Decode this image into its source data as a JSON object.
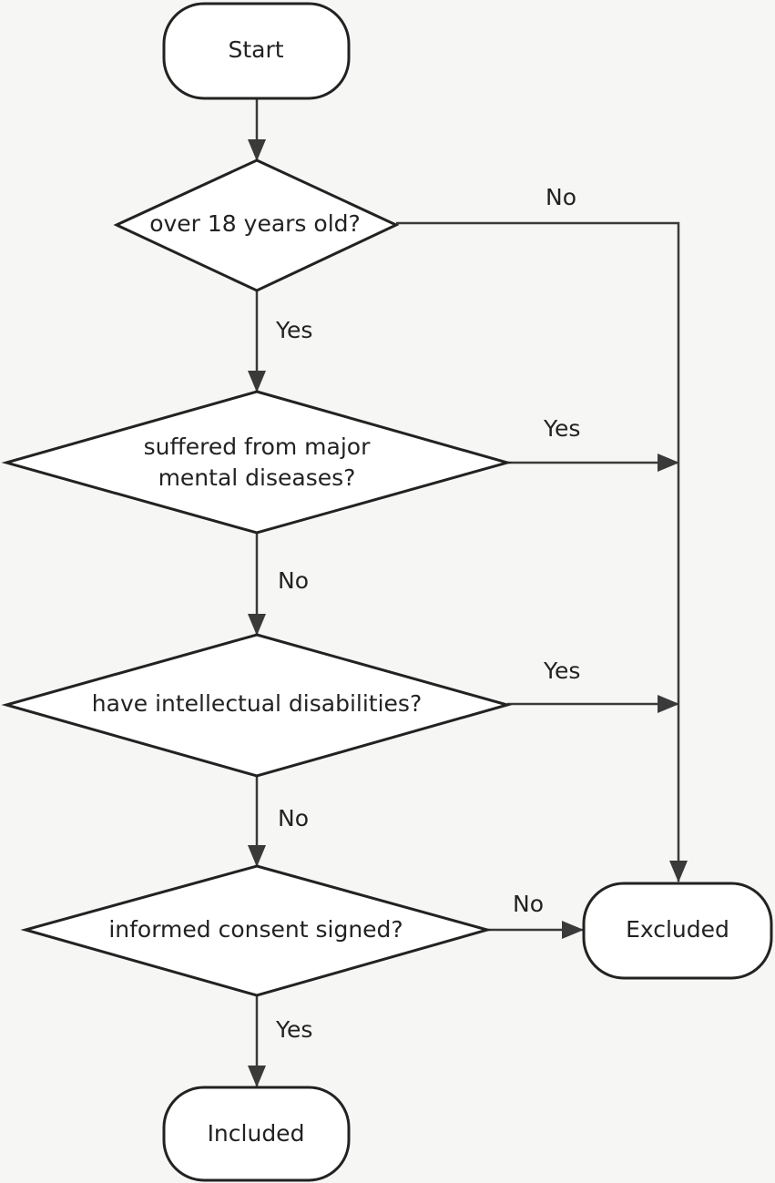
{
  "flowchart": {
    "nodes": {
      "start": {
        "label": "Start"
      },
      "age_check": {
        "label": "over 18 years old?"
      },
      "mental_check": {
        "line1": "suffered from major",
        "line2": "mental diseases?"
      },
      "intellect_check": {
        "label": "have intellectual disabilities?"
      },
      "consent_check": {
        "label": "informed consent signed?"
      },
      "excluded": {
        "label": "Excluded"
      },
      "included": {
        "label": "Included"
      }
    },
    "edges": {
      "age_no": "No",
      "age_yes": "Yes",
      "mental_yes": "Yes",
      "mental_no": "No",
      "intellect_yes": "Yes",
      "intellect_no": "No",
      "consent_no": "No",
      "consent_yes": "Yes"
    }
  }
}
